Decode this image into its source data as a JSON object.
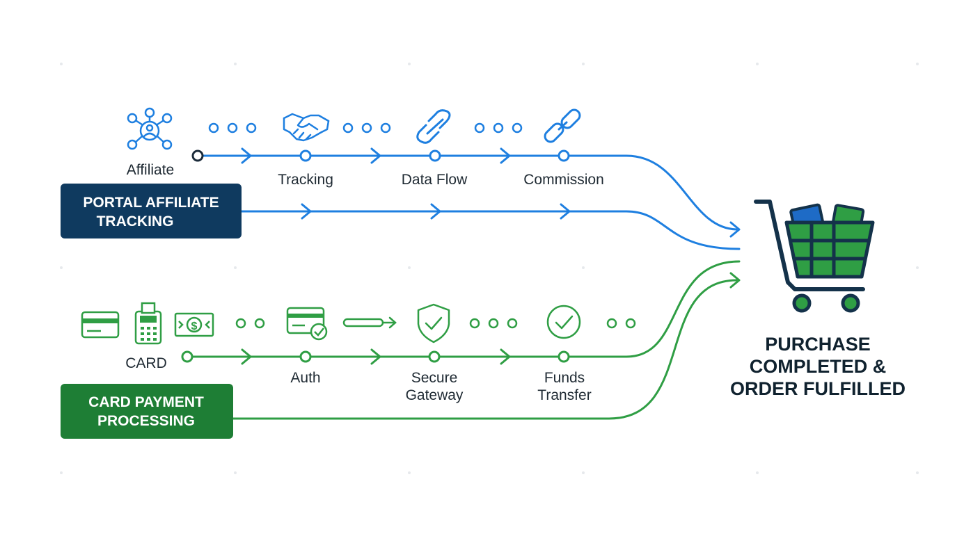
{
  "affiliate": {
    "source_label": "Affiliate",
    "title_line1": "PORTAL AFFILIATE",
    "title_line2": "TRACKING",
    "steps": [
      "Tracking",
      "Data Flow",
      "Commission"
    ],
    "color": "#1e7fe0",
    "title_bg": "#0f3a5f"
  },
  "card": {
    "source_label": "CARD",
    "title_line1": "CARD PAYMENT",
    "title_line2": "PROCESSING",
    "steps": [
      [
        "Auth"
      ],
      [
        "Secure",
        "Gateway"
      ],
      [
        "Funds",
        "Transfer"
      ]
    ],
    "color": "#2f9e44",
    "title_bg": "#1e7e35"
  },
  "destination": {
    "line1": "PURCHASE",
    "line2": "COMPLETED &",
    "line3": "ORDER FULFILLED",
    "icon": "shopping-cart-icon"
  },
  "icons": {
    "affiliate_row": [
      "network-person-icon",
      "handshake-icon",
      "link-icon",
      "chain-icon"
    ],
    "card_row": [
      "credit-card-icon",
      "card-terminal-icon",
      "cash-icon",
      "card-check-icon",
      "arrow-icon",
      "shield-check-icon",
      "check-circle-icon"
    ]
  }
}
